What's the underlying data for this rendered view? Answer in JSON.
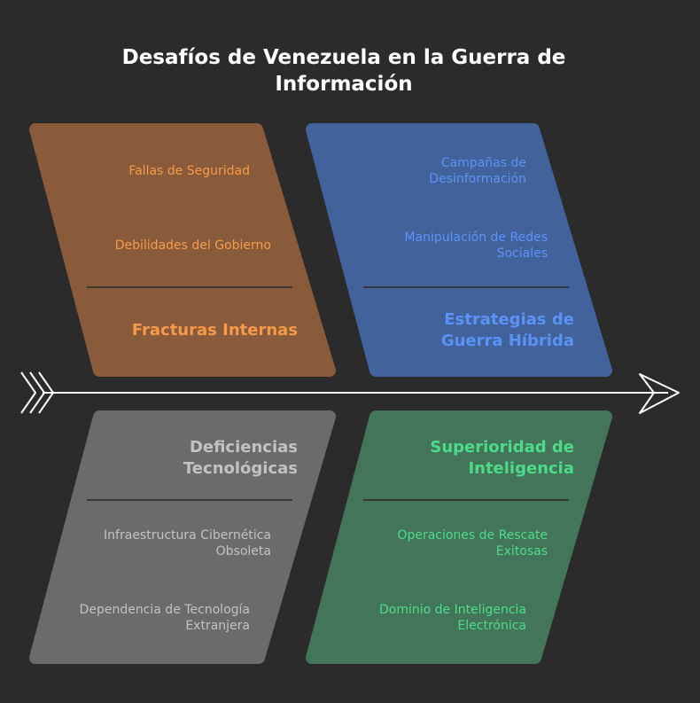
{
  "title": {
    "line1": "Desafíos de Venezuela en la Guerra de",
    "line2": "Información"
  },
  "colors": {
    "background": "#2b2b2b",
    "orange_fill": "#8a5b3a",
    "orange_text": "#f59a4a",
    "blue_fill": "#41629b",
    "blue_text": "#5b93f5",
    "gray_fill": "#6b6b6b",
    "gray_text": "#c2c2c2",
    "green_fill": "#43755a",
    "green_text": "#4ddb8a",
    "spine": "#ffffff"
  },
  "categories": {
    "internal": {
      "heading": "Fracturas Internas",
      "causes": [
        "Fallas de Seguridad",
        "Debilidades del Gobierno"
      ]
    },
    "hybrid": {
      "heading_line1": "Estrategias de",
      "heading_line2": "Guerra Híbrida",
      "cause1_line1": "Campañas de",
      "cause1_line2": "Desinformación",
      "cause2_line1": "Manipulación de Redes",
      "cause2_line2": "Sociales"
    },
    "tech": {
      "heading_line1": "Deficiencias",
      "heading_line2": "Tecnológicas",
      "cause1_line1": "Infraestructura Cibernética",
      "cause1_line2": "Obsoleta",
      "cause2_line1": "Dependencia de Tecnología",
      "cause2_line2": "Extranjera"
    },
    "intel": {
      "heading_line1": "Superioridad de",
      "heading_line2": "Inteligencia",
      "cause1_line1": "Operaciones de Rescate",
      "cause1_line2": "Exitosas",
      "cause2_line1": "Dominio de Inteligencia",
      "cause2_line2": "Electrónica"
    }
  }
}
